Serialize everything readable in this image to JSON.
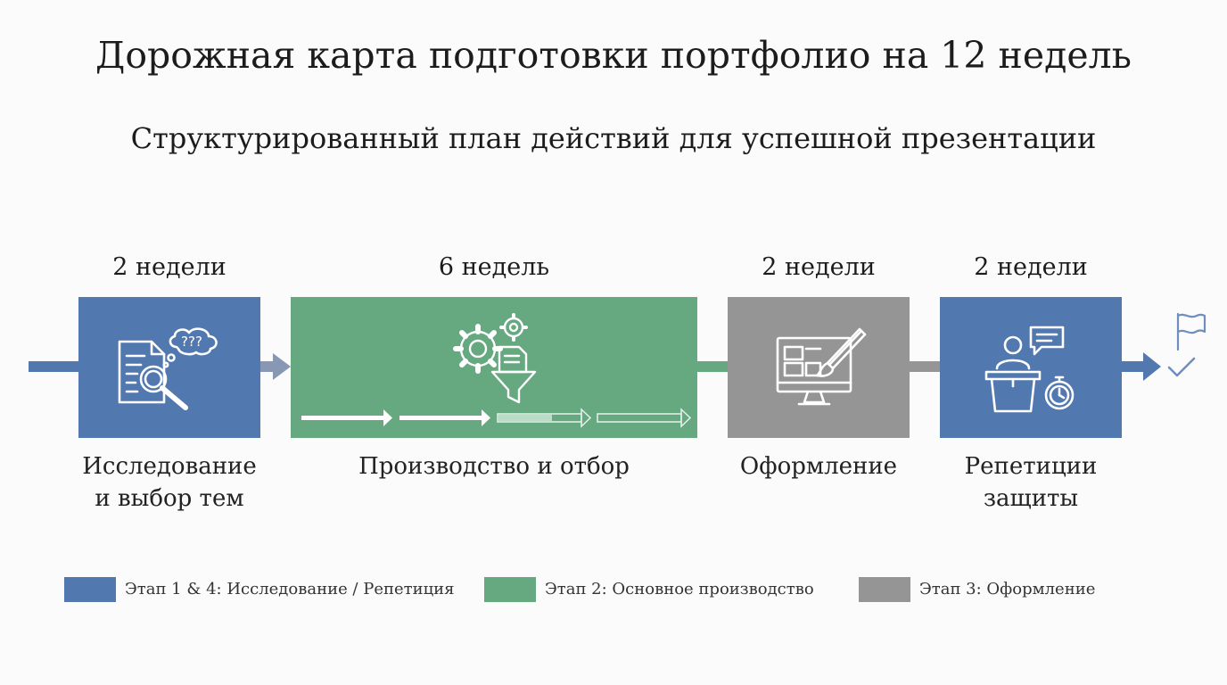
{
  "title": "Дорожная карта подготовки портфолио на 12 недель",
  "subtitle": "Структурированный план действий для успешной презентации",
  "colors": {
    "blue": "#5178af",
    "green": "#66a880",
    "gray": "#959595"
  },
  "stages": [
    {
      "duration": "2 недели",
      "label_line1": "Исследование",
      "label_line2": "и выбор тем",
      "color": "#5178af"
    },
    {
      "duration": "6 недель",
      "label_line1": "Производство и отбор",
      "label_line2": "",
      "color": "#66a880"
    },
    {
      "duration": "2 недели",
      "label_line1": "Оформление",
      "label_line2": "",
      "color": "#959595"
    },
    {
      "duration": "2 недели",
      "label_line1": "Репетиции",
      "label_line2": "защиты",
      "color": "#5178af"
    }
  ],
  "legend": [
    {
      "label": "Этап 1 & 4: Исследование / Репетиция",
      "color": "#5178af"
    },
    {
      "label": "Этап 2: Основное производство",
      "color": "#66a880"
    },
    {
      "label": "Этап 3: Оформление",
      "color": "#959595"
    }
  ],
  "icons": {
    "stage1": "document-search-icon",
    "stage2": "gears-funnel-icon",
    "stage3": "monitor-design-icon",
    "stage4": "speaker-podium-icon",
    "finish": "finish-flag-icon",
    "check": "checkmark-icon"
  }
}
